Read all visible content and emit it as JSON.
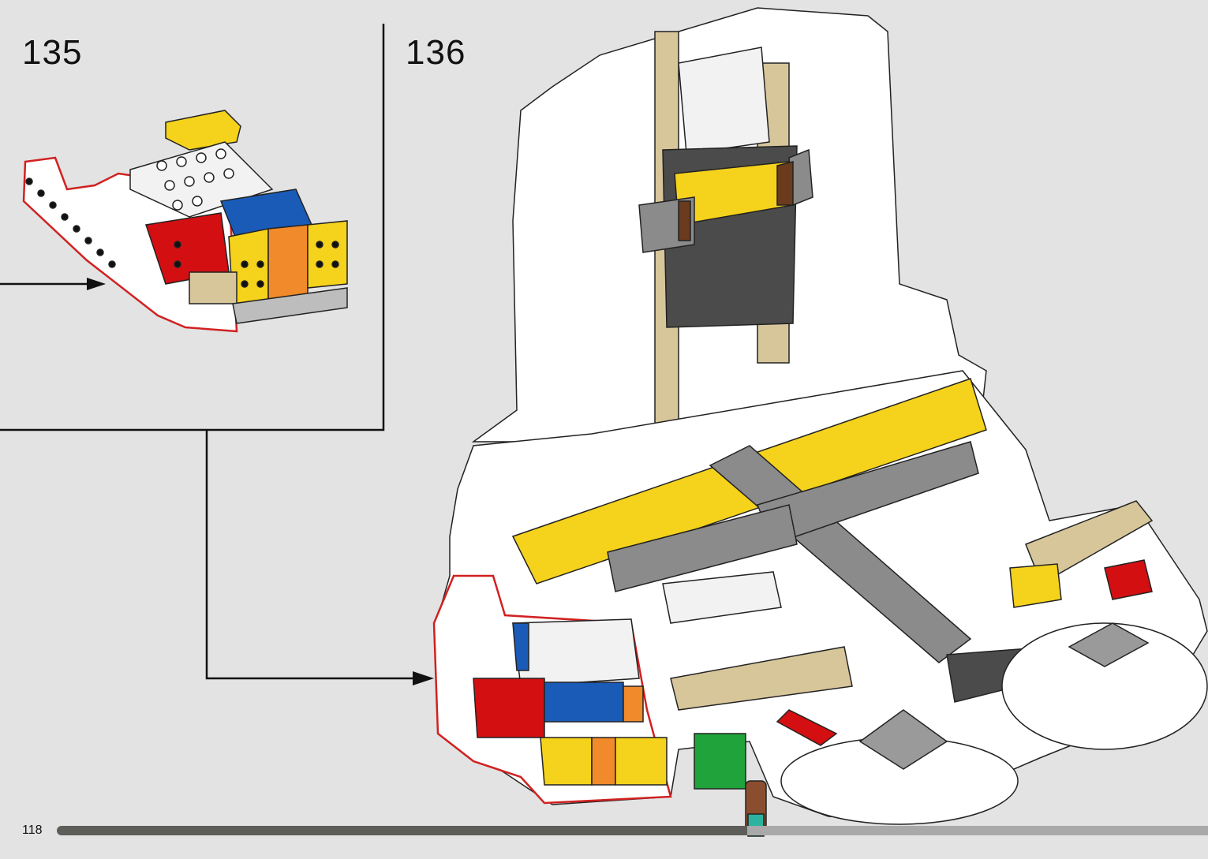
{
  "steps": [
    {
      "number": "135"
    },
    {
      "number": "136"
    }
  ],
  "page": {
    "number": "118"
  },
  "progress": {
    "fraction": 0.6
  },
  "colors": {
    "background": "#e3e3e3",
    "frame_line": "#111111",
    "callout_outline": "#d12121",
    "brick_yellow": "#f5d21b",
    "brick_red": "#d40f12",
    "brick_blue": "#1a5bb8",
    "brick_orange": "#f08a2a",
    "brick_tan": "#d7c69a",
    "brick_grey": "#8b8b8b",
    "brick_dark_grey": "#4b4b4b",
    "brick_green": "#1fa33a",
    "brick_white": "#ffffff"
  }
}
